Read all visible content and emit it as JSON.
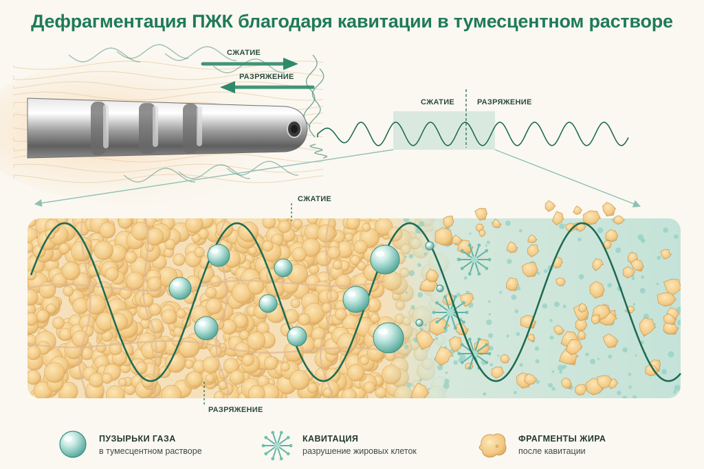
{
  "title": "Дефрагментация ПЖК благодаря кавитации в тумесцентном растворе",
  "labels": {
    "compression_arrow": "СЖАТИЕ",
    "rarefaction_arrow": "РАЗРЯЖЕНИЕ",
    "wave_compression": "СЖАТИЕ",
    "wave_rarefaction": "РАЗРЯЖЕНИЕ",
    "tissue_compression": "СЖАТИЕ",
    "tissue_rarefaction": "РАЗРЯЖЕНИЕ"
  },
  "legend": [
    {
      "icon": "gas-bubble-icon",
      "title": "ПУЗЫРЬКИ ГАЗА",
      "subtitle": "в тумесцентном растворе"
    },
    {
      "icon": "cavitation-burst-icon",
      "title": "КАВИТАЦИЯ",
      "subtitle": "разрушение жировых клеток"
    },
    {
      "icon": "fat-fragment-icon",
      "title": "ФРАГМЕНТЫ ЖИРА",
      "subtitle": "после кавитации"
    }
  ],
  "colors": {
    "title": "#1f7a5a",
    "wave": "#1e6b53",
    "fat": "#f3cf8e",
    "fluid": "#bfe3dc",
    "bubble": "#7cc7bb"
  }
}
